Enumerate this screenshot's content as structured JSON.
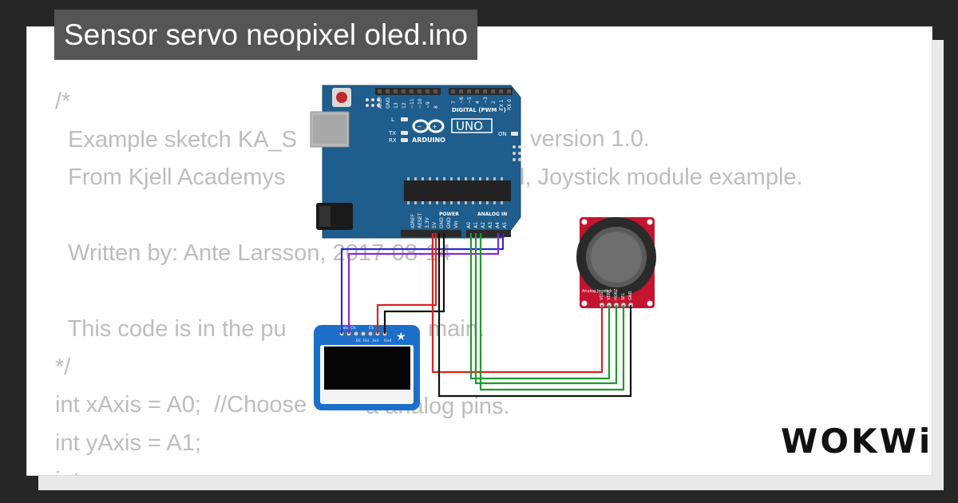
{
  "title": "Sensor servo neopixel oled.ino",
  "brand": "WOKWi",
  "code_lines": [
    "/*",
    "  Example sketch KA_S",
    "  From Kjell Academys",
    "",
    "  Written by: Ante Larsson, 2017-08-14",
    "",
    "  This code is in the pu",
    "*/",
    "int xAxis = A0;  //Choose",
    "int yAxis = A1;",
    "int "
  ],
  "code_fragments": {
    "version": "version 1.0.",
    "joystick": "l, Joystick module example.",
    "domain": "main.",
    "analog": "a analog pins."
  },
  "arduino": {
    "brand": "ARDUINO",
    "model": "UNO",
    "digital_label": "DIGITAL (PWM ~)",
    "power_label": "POWER",
    "analog_label": "ANALOG IN",
    "on_label": "ON",
    "l_label": "L",
    "tx_label": "TX",
    "rx_label": "RX",
    "top_pins": [
      "AREF",
      "GND",
      "13",
      "12",
      "~11",
      "~10",
      "~9",
      "8",
      "7",
      "~6",
      "~5",
      "4",
      "~3",
      "2",
      "TX 1",
      "RX 0"
    ],
    "power_pins": [
      "IOREF",
      "RESET",
      "3.3V",
      "5V",
      "GND",
      "GND",
      "Vin"
    ],
    "analog_pins": [
      "A0",
      "A1",
      "A2",
      "A3",
      "A4",
      "A5"
    ]
  },
  "oled": {
    "pins": [
      "Data",
      "Clk",
      "DC",
      "Rst",
      "CS",
      "3v3",
      "Gnd"
    ]
  },
  "joystick": {
    "label": "Analog Joystick",
    "pins": [
      "VCC",
      "VERT",
      "HORZ",
      "SEL",
      "GND"
    ]
  },
  "colors": {
    "code_text": "#bdbdbd",
    "title_bg": "#555555",
    "arduino_board": "#1e5d8c",
    "joystick_board": "#c5142f",
    "wire_red": "#e02020",
    "wire_green": "#1f9a2f",
    "wire_black": "#111111",
    "wire_blue": "#2b2bd0",
    "wire_purple": "#8a2bd0"
  }
}
